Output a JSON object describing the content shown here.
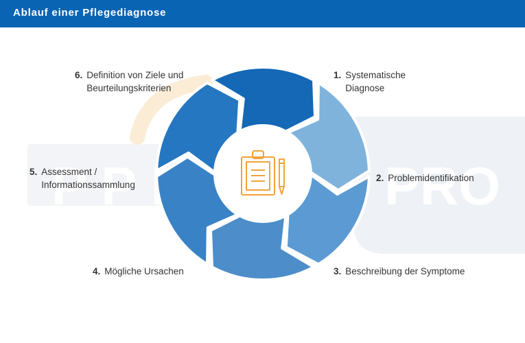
{
  "header": {
    "title": "Ablauf einer Pflegediagnose"
  },
  "watermark": {
    "text_left": "P P M",
    "text_right": "PRO"
  },
  "center": {
    "icon": "clipboard-pencil-icon"
  },
  "colors": {
    "header": "#0a64b4",
    "accent_icon": "#f2a23a",
    "segments": [
      "#7fb3db",
      "#5b9ad2",
      "#4d8dc9",
      "#3a82c6",
      "#2677c1",
      "#1468b5"
    ]
  },
  "steps": [
    {
      "number": "1.",
      "lines": [
        "Systematische",
        "Diagnose"
      ]
    },
    {
      "number": "2.",
      "lines": [
        "Problemidentifikation"
      ]
    },
    {
      "number": "3.",
      "lines": [
        "Beschreibung der Symptome"
      ]
    },
    {
      "number": "4.",
      "lines": [
        "Mögliche Ursachen"
      ]
    },
    {
      "number": "5.",
      "lines": [
        "Assessment /",
        "Informationssammlung"
      ]
    },
    {
      "number": "6.",
      "lines": [
        "Definition von Ziele und",
        "Beurteilungskriterien"
      ]
    }
  ]
}
